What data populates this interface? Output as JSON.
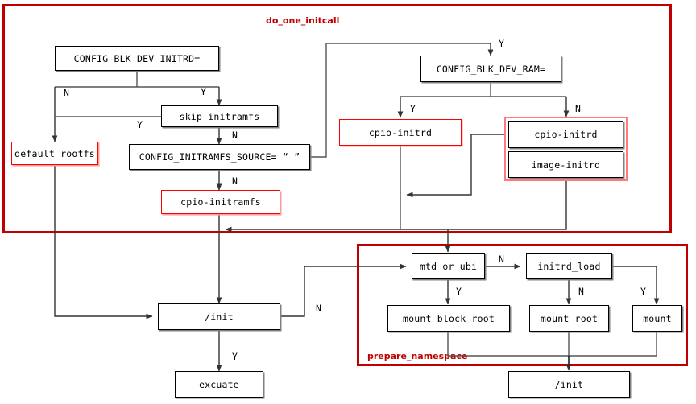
{
  "diagram": {
    "title": "Linux boot rootfs/init flowchart",
    "colors": {
      "group_border": "#c00000",
      "red_node_border": "#ff0000",
      "black_node_border": "#000000",
      "edge": "#555555",
      "background": "#ffffff"
    }
  },
  "groups": [
    {
      "id": "do_one_initcall",
      "label": "do_one_initcall"
    },
    {
      "id": "prepare_namespace",
      "label": "prepare_namespace"
    }
  ],
  "nodes": [
    {
      "id": "config_blk_dev_initrd",
      "label": "CONFIG_BLK_DEV_INITRD=",
      "style": "black"
    },
    {
      "id": "skip_initramfs",
      "label": "skip_initramfs",
      "style": "black"
    },
    {
      "id": "config_initramfs_source",
      "label": "CONFIG_INITRAMFS_SOURCE= “ ”",
      "style": "black"
    },
    {
      "id": "default_rootfs",
      "label": "default_rootfs",
      "style": "red"
    },
    {
      "id": "cpio_initramfs",
      "label": "cpio-initramfs",
      "style": "red"
    },
    {
      "id": "config_blk_dev_ram",
      "label": "CONFIG_BLK_DEV_RAM=",
      "style": "black"
    },
    {
      "id": "cpio_initrd_left",
      "label": "cpio-initrd",
      "style": "red"
    },
    {
      "id": "cpio_initrd_right",
      "label": "cpio-initrd",
      "style": "black"
    },
    {
      "id": "image_initrd",
      "label": "image-initrd",
      "style": "black"
    },
    {
      "id": "init_main",
      "label": "/init",
      "style": "black"
    },
    {
      "id": "excuate",
      "label": "excuate",
      "style": "black"
    },
    {
      "id": "mtd_or_ubi",
      "label": "mtd or ubi",
      "style": "black"
    },
    {
      "id": "initrd_load",
      "label": "initrd_load",
      "style": "black"
    },
    {
      "id": "mount_block_root",
      "label": "mount_block_root",
      "style": "black"
    },
    {
      "id": "mount_root",
      "label": "mount_root",
      "style": "black"
    },
    {
      "id": "mount",
      "label": "mount",
      "style": "black"
    },
    {
      "id": "init_bottom",
      "label": "/init",
      "style": "black"
    }
  ],
  "edge_labels": [
    {
      "id": "initrd-no",
      "text": "N"
    },
    {
      "id": "initrd-yes",
      "text": "Y"
    },
    {
      "id": "skip-yes",
      "text": "Y"
    },
    {
      "id": "skip-no",
      "text": "N"
    },
    {
      "id": "source-no",
      "text": "N"
    },
    {
      "id": "ram-yes",
      "text": "Y"
    },
    {
      "id": "ram-branch-yes",
      "text": "Y"
    },
    {
      "id": "ram-branch-no",
      "text": "N"
    },
    {
      "id": "init-no",
      "text": "N"
    },
    {
      "id": "init-yes",
      "text": "Y"
    },
    {
      "id": "mtd-no",
      "text": "N"
    },
    {
      "id": "mtd-yes",
      "text": "Y"
    },
    {
      "id": "initrdload-no",
      "text": "N"
    },
    {
      "id": "initrdload-yes",
      "text": "Y"
    }
  ]
}
